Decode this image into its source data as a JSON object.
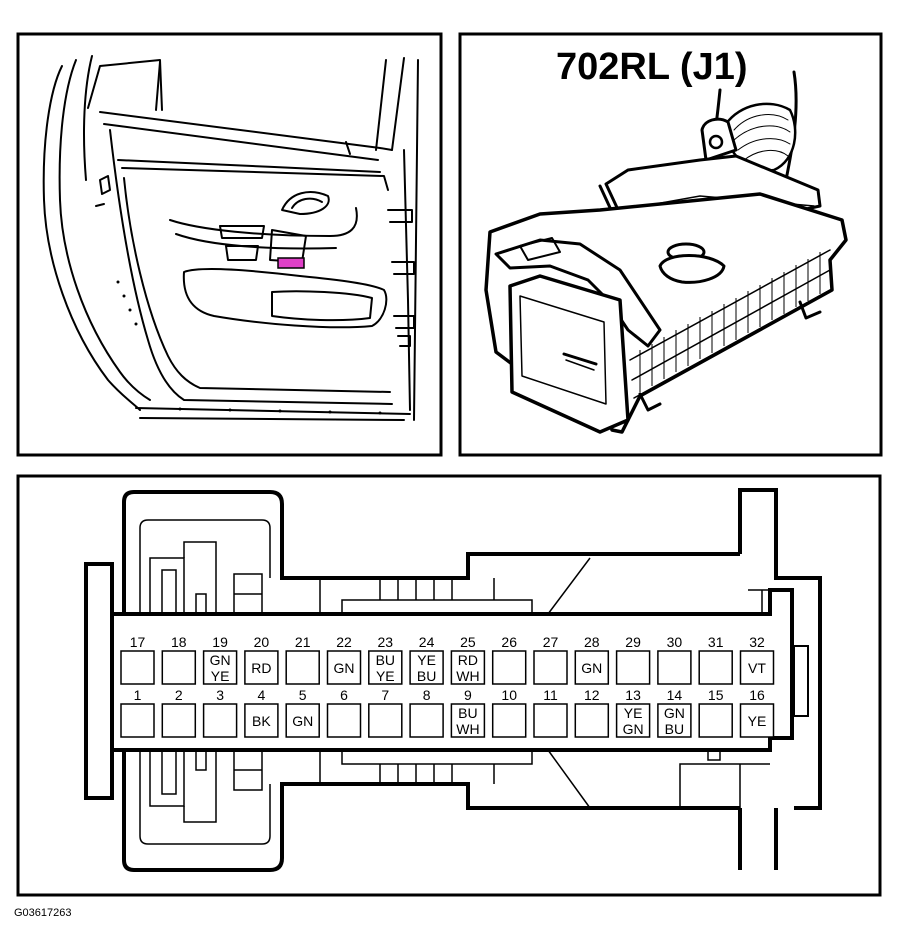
{
  "connector": {
    "title": "702RL (J1)"
  },
  "figure_id": "G03617263",
  "colors": {
    "line": "#000000",
    "background": "#ffffff",
    "highlight": "#e040c8"
  },
  "pins_top": [
    {
      "num": "17",
      "wire": []
    },
    {
      "num": "18",
      "wire": []
    },
    {
      "num": "19",
      "wire": [
        "GN",
        "YE"
      ]
    },
    {
      "num": "20",
      "wire": [
        "RD"
      ]
    },
    {
      "num": "21",
      "wire": []
    },
    {
      "num": "22",
      "wire": [
        "GN"
      ]
    },
    {
      "num": "23",
      "wire": [
        "BU",
        "YE"
      ]
    },
    {
      "num": "24",
      "wire": [
        "YE",
        "BU"
      ]
    },
    {
      "num": "25",
      "wire": [
        "RD",
        "WH"
      ]
    },
    {
      "num": "26",
      "wire": []
    },
    {
      "num": "27",
      "wire": []
    },
    {
      "num": "28",
      "wire": [
        "GN"
      ]
    },
    {
      "num": "29",
      "wire": []
    },
    {
      "num": "30",
      "wire": []
    },
    {
      "num": "31",
      "wire": []
    },
    {
      "num": "32",
      "wire": [
        "VT"
      ]
    }
  ],
  "pins_bottom": [
    {
      "num": "1",
      "wire": []
    },
    {
      "num": "2",
      "wire": []
    },
    {
      "num": "3",
      "wire": []
    },
    {
      "num": "4",
      "wire": [
        "BK"
      ]
    },
    {
      "num": "5",
      "wire": [
        "GN"
      ]
    },
    {
      "num": "6",
      "wire": []
    },
    {
      "num": "7",
      "wire": []
    },
    {
      "num": "8",
      "wire": []
    },
    {
      "num": "9",
      "wire": [
        "BU",
        "WH"
      ]
    },
    {
      "num": "10",
      "wire": []
    },
    {
      "num": "11",
      "wire": []
    },
    {
      "num": "12",
      "wire": []
    },
    {
      "num": "13",
      "wire": [
        "YE",
        "GN"
      ]
    },
    {
      "num": "14",
      "wire": [
        "GN",
        "BU"
      ]
    },
    {
      "num": "15",
      "wire": []
    },
    {
      "num": "16",
      "wire": [
        "YE"
      ]
    }
  ]
}
